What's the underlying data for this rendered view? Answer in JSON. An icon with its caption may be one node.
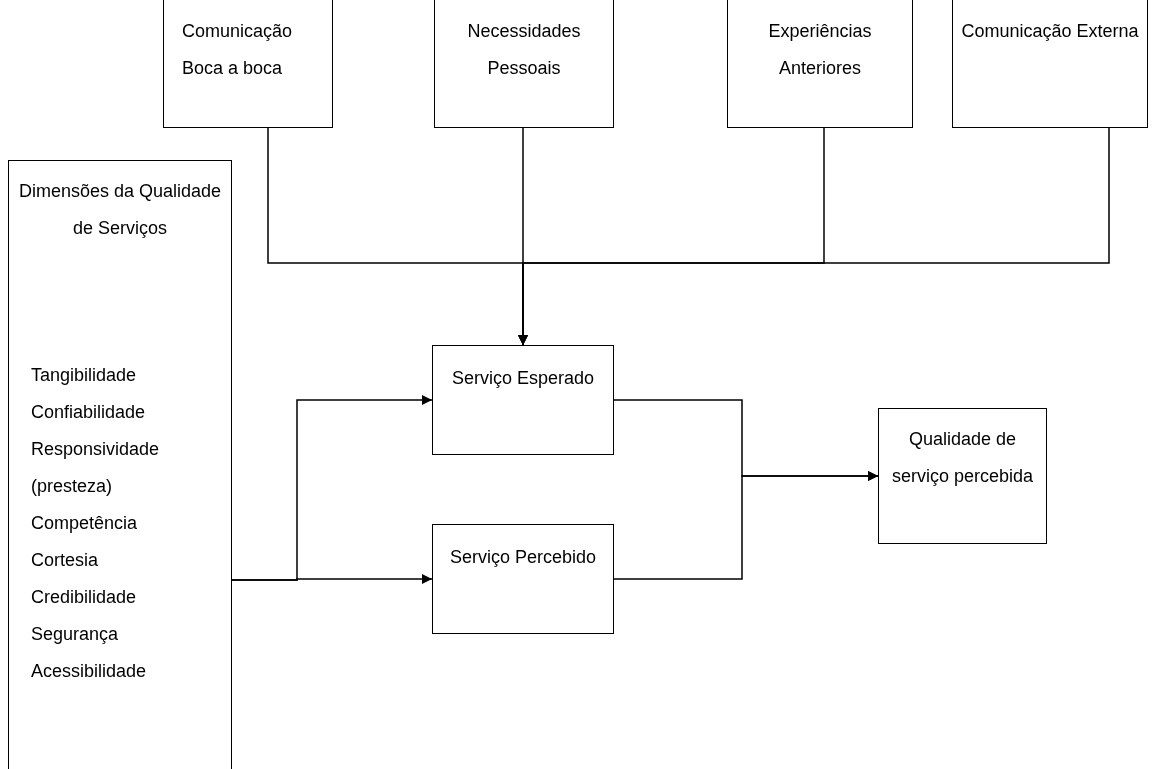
{
  "diagram": {
    "nodes": [
      {
        "text": [
          "Comunicação Boca a boca"
        ]
      },
      {
        "text": [
          "Necessidades Pessoais"
        ]
      },
      {
        "text": [
          "Experiências Anteriores"
        ]
      },
      {
        "text": [
          "Comunicação Externa"
        ]
      },
      {
        "text": [
          "Dimensões da Qualidade de Serviços",
          "Tangibilidade",
          "Confiabilidade",
          "Responsividade (presteza)",
          "Competência",
          "Cortesia",
          "Credibilidade",
          "Segurança",
          "Acessibilidade"
        ]
      },
      {
        "text": [
          "Serviço Esperado"
        ]
      },
      {
        "text": [
          "Serviço Percebido"
        ]
      },
      {
        "text": [
          "Qualidade de serviço percebida"
        ]
      }
    ],
    "edges": [
      {
        "from": 0,
        "to": 5,
        "arrow": "to"
      },
      {
        "from": 1,
        "to": 5,
        "arrow": "to"
      },
      {
        "from": 2,
        "to": 5,
        "arrow": "to"
      },
      {
        "from": 3,
        "to": 5,
        "arrow": "to"
      },
      {
        "from": 4,
        "to": 5,
        "arrow": "to"
      },
      {
        "from": 4,
        "to": 6,
        "arrow": "to"
      },
      {
        "from": 5,
        "to": 7,
        "arrow": "to"
      },
      {
        "from": 6,
        "to": 7,
        "arrow": "to"
      }
    ]
  }
}
